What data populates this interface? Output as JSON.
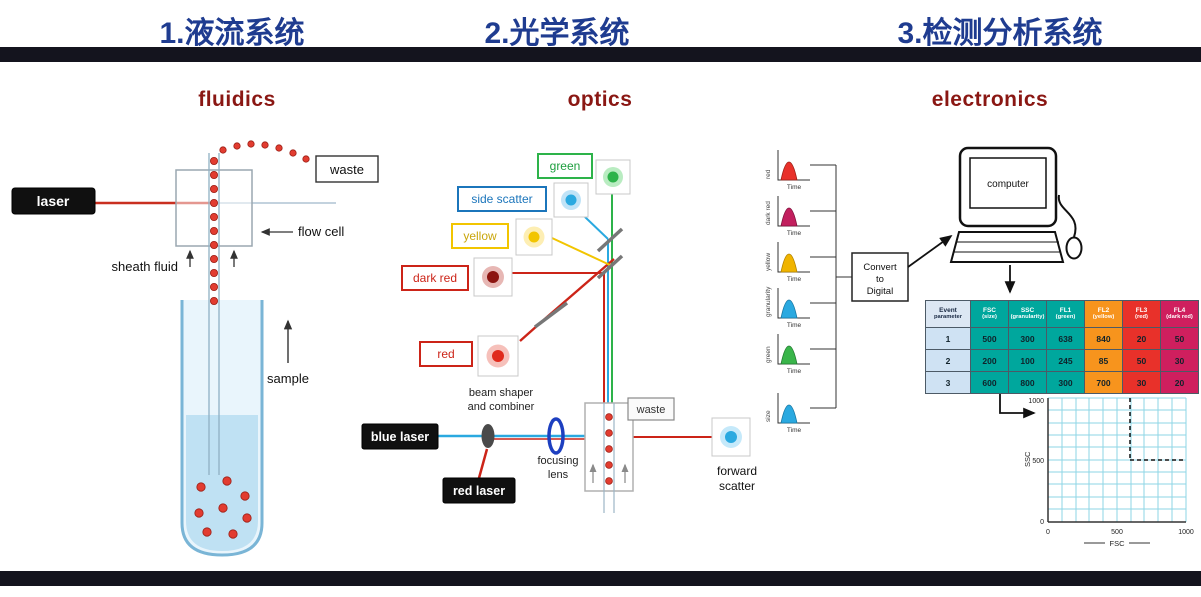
{
  "colors": {
    "title_blue": "#1f3c90",
    "bar_dark": "#14141e",
    "section_red": "#8a1713",
    "red": "#e8312a",
    "dark_red": "#8c1410",
    "green": "#2db34a",
    "blue": "#2aa9e0",
    "yellow": "#f2c500",
    "orange": "#f7941d",
    "crimson": "#cf1f5e",
    "teal": "#00a79d"
  },
  "header": {
    "title1": "1.液流系统",
    "title2": "2.光学系统",
    "title3": "3.检测分析系统"
  },
  "fluidics": {
    "title": "fluidics",
    "laser": "laser",
    "waste": "waste",
    "flow_cell": "flow cell",
    "sheath_fluid": "sheath fluid",
    "sample": "sample"
  },
  "optics": {
    "title": "optics",
    "green": "green",
    "side_scatter": "side scatter",
    "yellow": "yellow",
    "dark_red": "dark red",
    "red": "red",
    "beam_shaper_l1": "beam shaper",
    "beam_shaper_l2": "and combiner",
    "blue_laser": "blue laser",
    "red_laser": "red laser",
    "focusing_l1": "focusing",
    "focusing_l2": "lens",
    "waste": "waste",
    "forward_l1": "forward",
    "forward_l2": "scatter"
  },
  "electronics": {
    "title": "electronics",
    "time": "Time",
    "pulses": [
      {
        "label": "red",
        "color": "#e8312a"
      },
      {
        "label": "dark red",
        "color": "#c21f5e"
      },
      {
        "label": "yellow",
        "color": "#f0b400"
      },
      {
        "label": "granularity",
        "color": "#2aa9e0"
      },
      {
        "label": "green",
        "color": "#39b54a"
      },
      {
        "label": "size",
        "color": "#2aa9e0"
      }
    ],
    "convert": {
      "l1": "Convert",
      "l2": "to",
      "l3": "Digital"
    },
    "computer": "computer",
    "table": {
      "headers": [
        {
          "l1": "Event",
          "l2": "parameter"
        },
        {
          "l1": "FSC",
          "l2": "(size)"
        },
        {
          "l1": "SSC",
          "l2": "(granularity)"
        },
        {
          "l1": "FL1",
          "l2": "(green)"
        },
        {
          "l1": "FL2",
          "l2": "(yellow)"
        },
        {
          "l1": "FL3",
          "l2": "(red)"
        },
        {
          "l1": "FL4",
          "l2": "(dark red)"
        }
      ],
      "rows": [
        [
          "1",
          "500",
          "300",
          "638",
          "840",
          "20",
          "50"
        ],
        [
          "2",
          "200",
          "100",
          "245",
          "85",
          "50",
          "30"
        ],
        [
          "3",
          "600",
          "800",
          "300",
          "700",
          "30",
          "20"
        ]
      ]
    },
    "scatter": {
      "x_label": "FSC",
      "y_label": "SSC",
      "x_ticks": [
        "0",
        "500",
        "1000"
      ],
      "y_ticks": [
        "1000",
        "500",
        "0"
      ]
    }
  }
}
